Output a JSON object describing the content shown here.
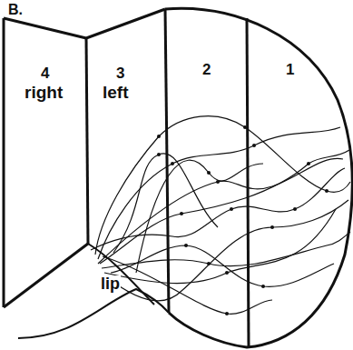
{
  "diagram": {
    "labels": [
      "B.",
      "4",
      "right",
      "3",
      "left",
      "2",
      "1",
      "lip"
    ]
  }
}
